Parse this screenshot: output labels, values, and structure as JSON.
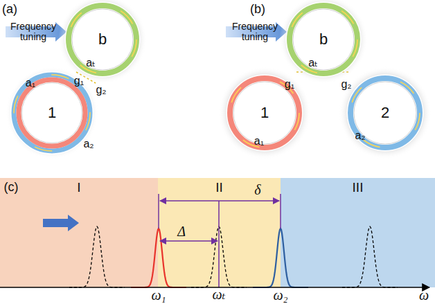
{
  "diagram": {
    "nodes": [
      {
        "text": [
          "b"
        ]
      },
      {
        "text": [
          "1"
        ]
      },
      {
        "text": [
          "b"
        ]
      },
      {
        "text": [
          "1"
        ]
      },
      {
        "text": [
          "2"
        ]
      },
      {
        "text": [
          "I"
        ]
      },
      {
        "text": [
          "II"
        ]
      },
      {
        "text": [
          "III"
        ]
      }
    ],
    "labels": [
      "(a)",
      "Frequency tuning",
      "aₜ",
      "g₁",
      "g₂",
      "a₁",
      "a₂",
      "(b)",
      "Frequency tuning",
      "aₜ",
      "g₁",
      "g₂",
      "a₁",
      "a₂",
      "(c)",
      "δ",
      "Δ",
      "ω₁",
      "ωₜ",
      "ω₂",
      "ω"
    ]
  }
}
